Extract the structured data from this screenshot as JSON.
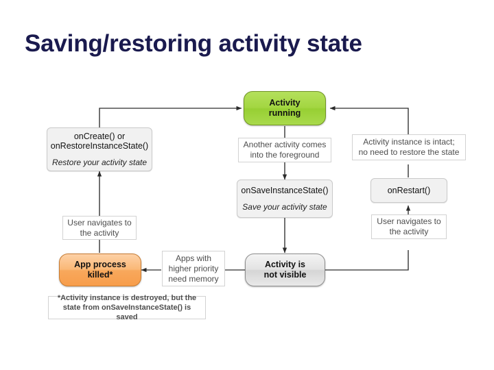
{
  "slide": {
    "title": "Saving/restoring activity state",
    "title_color": "#1a1a4e",
    "background": "#ffffff"
  },
  "diagram": {
    "type": "flowchart",
    "states": [
      {
        "id": "activity-running",
        "label_line1": "Activity",
        "label_line2": "running",
        "color": "#a3d641",
        "shape": "rounded-rect"
      },
      {
        "id": "app-process-killed",
        "label_line1": "App process",
        "label_line2": "killed*",
        "color": "#f8a85c",
        "shape": "rounded-rect"
      },
      {
        "id": "activity-not-visible",
        "label_line1": "Activity is",
        "label_line2": "not visible",
        "color": "#dcdcdc",
        "shape": "rounded-rect"
      }
    ],
    "callbacks": [
      {
        "id": "on-create-restore",
        "main_line1": "onCreate() or",
        "main_line2": "onRestoreInstanceState()",
        "sub": "Restore your activity state"
      },
      {
        "id": "on-save-instance-state",
        "main_line1": "onSaveInstanceState()",
        "main_line2": "",
        "sub": "Save your activity state"
      },
      {
        "id": "on-restart",
        "main_line1": "onRestart()",
        "main_line2": "",
        "sub": ""
      }
    ],
    "edge_labels": [
      {
        "id": "another-activity-foreground",
        "line1": "Another activity comes",
        "line2": "into the foreground"
      },
      {
        "id": "instance-intact",
        "line1": "Activity instance is intact;",
        "line2": "no need to restore the state"
      },
      {
        "id": "user-navigates-left",
        "line1": "User navigates to",
        "line2": "the activity"
      },
      {
        "id": "user-navigates-right",
        "line1": "User navigates to",
        "line2": "the activity"
      },
      {
        "id": "apps-need-memory",
        "line1": "Apps with",
        "line2": "higher priority",
        "line3": "need memory"
      }
    ],
    "footnote": {
      "line1": "*Activity instance is destroyed, but the",
      "line2": "state from onSaveInstanceState() is saved"
    }
  }
}
